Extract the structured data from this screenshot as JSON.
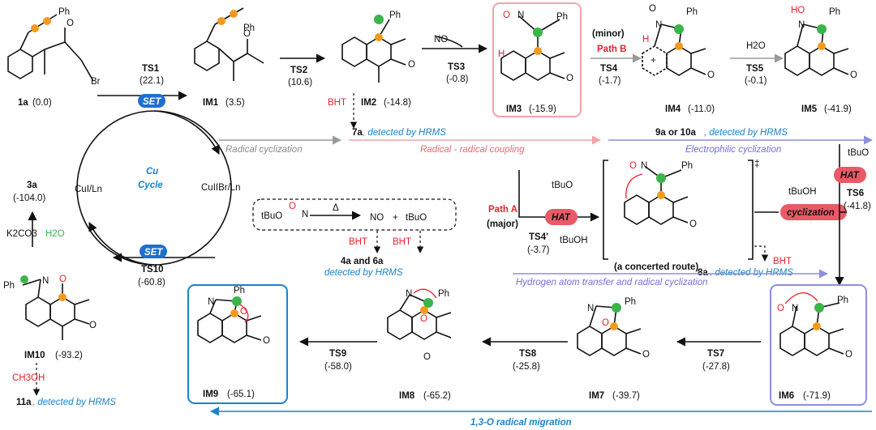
{
  "colors": {
    "orange": "#f39a1e",
    "green": "#3bb54a",
    "red": "#e8212e",
    "blue": "#1c82c8",
    "set_badge": "#1e6fd1",
    "hat_badge": "#e85a66",
    "pink_panel": "#f2a4a8",
    "lavender_panel": "#8e8fe0"
  },
  "compounds": {
    "c1a": {
      "id": "1a",
      "energy": "(0.0)"
    },
    "im1": {
      "id": "IM1",
      "energy": "(3.5)"
    },
    "im2": {
      "id": "IM2",
      "energy": "(-14.8)"
    },
    "im3": {
      "id": "IM3",
      "energy": "(-15.9)"
    },
    "im4": {
      "id": "IM4",
      "energy": "(-11.0)"
    },
    "im5": {
      "id": "IM5",
      "energy": "(-41.9)"
    },
    "im6": {
      "id": "IM6",
      "energy": "(-71.9)"
    },
    "im7": {
      "id": "IM7",
      "energy": "(-39.7)"
    },
    "im8": {
      "id": "IM8",
      "energy": "(-65.2)"
    },
    "im9": {
      "id": "IM9",
      "energy": "(-65.1)"
    },
    "im10": {
      "id": "IM10",
      "energy": "(-93.2)"
    },
    "c3a": {
      "id": "3a",
      "energy": "(-104.0)"
    }
  },
  "transition_states": {
    "ts1": {
      "id": "TS1",
      "energy": "(22.1)"
    },
    "ts2": {
      "id": "TS2",
      "energy": "(10.6)"
    },
    "ts3": {
      "id": "TS3",
      "energy": "(-0.8)"
    },
    "ts4": {
      "id": "TS4",
      "energy": "(-1.7)"
    },
    "ts4p": {
      "id": "TS4'",
      "energy": "(-3.7)"
    },
    "ts5": {
      "id": "TS5",
      "energy": "(-0.1)"
    },
    "ts6": {
      "id": "TS6",
      "energy": "(-41.8)"
    },
    "ts7": {
      "id": "TS7",
      "energy": "(-27.8)"
    },
    "ts8": {
      "id": "TS8",
      "energy": "(-25.8)"
    },
    "ts9": {
      "id": "TS9",
      "energy": "(-58.0)"
    },
    "ts10": {
      "id": "TS10",
      "energy": "(-60.8)"
    }
  },
  "labels": {
    "ph": "Ph",
    "br": "Br",
    "no": "NO",
    "bht": "BHT",
    "h2o": "H2O",
    "minor": "(minor)",
    "path_b": "Path B",
    "path_a": "Path A",
    "major": "(major)",
    "tbuo": "tBuO",
    "tbuoh": "tBuOH",
    "hat": "HAT",
    "set": "SET",
    "cyclization": "cyclization",
    "concerted": "(a concerted route)",
    "delta": "Δ",
    "k2co3": "K2CO3",
    "ch3oh": "CH3OH",
    "cu_i": "CuI/Ln",
    "cu_ii": "CuIIBr/Ln",
    "cu_cycle_1": "Cu",
    "cu_cycle_2": "Cycle",
    "dagger": "‡"
  },
  "detections": {
    "d7a_id": "7a",
    "d7a_text": ", detected by HRMS",
    "d9a_id": "9a or 10a",
    "d9a_text": ", detected by HRMS",
    "d8a_id": "8a",
    "d8a_text": ", detected by HRMS",
    "d11a_id": "11a",
    "d11a_text": ", detected by HRMS",
    "d4a6a": "4a and 6a",
    "d4a6a_text": "detected by HRMS"
  },
  "pathways": {
    "radical_cyclization": "Radical cyclization",
    "radical_coupling": "Radical - radical coupling",
    "electrophilic_cyclization": "Electrophilic cyclization",
    "hat_radical_cyclization": "Hydrogen atom transfer and radical cyclization",
    "migration": "1,3-O radical migration"
  }
}
